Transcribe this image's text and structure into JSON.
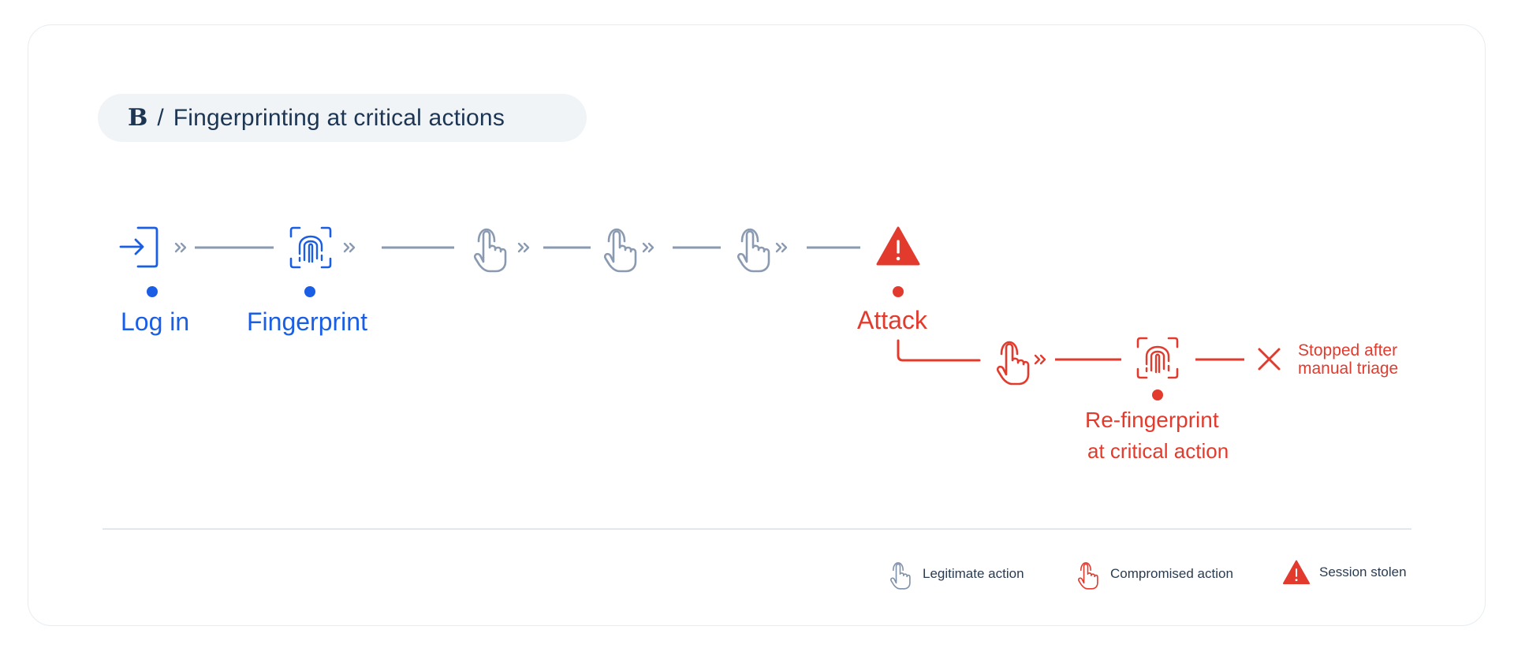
{
  "header": {
    "letter": "B",
    "separator": "/",
    "title": "Fingerprinting at critical actions"
  },
  "steps": {
    "login": "Log in",
    "fingerprint": "Fingerprint",
    "attack": "Attack"
  },
  "branch": {
    "refingerprint_line1": "Re-fingerprint",
    "refingerprint_line2": "at critical action",
    "stopped_line1": "Stopped after",
    "stopped_line2": "manual triage"
  },
  "legend": {
    "legitimate": "Legitimate action",
    "compromised": "Compromised action",
    "stolen": "Session stolen"
  },
  "colors": {
    "legit_blue": "#1a5ee6",
    "neutral_gray": "#8a9ab0",
    "attack_red": "#e23b2e",
    "title_ink": "#1c3553"
  },
  "icons": [
    "login-icon",
    "fingerprint-icon",
    "hand-pointer-icon",
    "warning-icon",
    "close-icon"
  ]
}
